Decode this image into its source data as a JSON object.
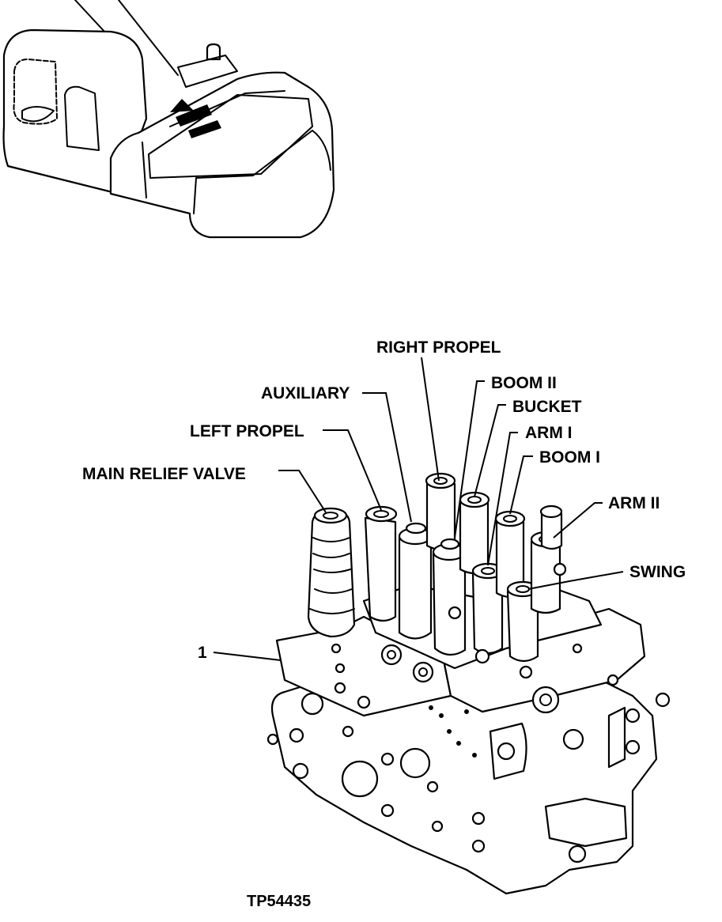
{
  "labels": {
    "right_propel": "RIGHT PROPEL",
    "boom_ii": "BOOM II",
    "auxiliary": "AUXILIARY",
    "bucket": "BUCKET",
    "left_propel": "LEFT PROPEL",
    "arm_i": "ARM I",
    "boom_i": "BOOM I",
    "main_relief_valve": "MAIN RELIEF VALVE",
    "arm_ii": "ARM II",
    "swing": "SWING",
    "item_1": "1"
  },
  "figure_id": "TP54435",
  "machine_logo": "logo-icon"
}
